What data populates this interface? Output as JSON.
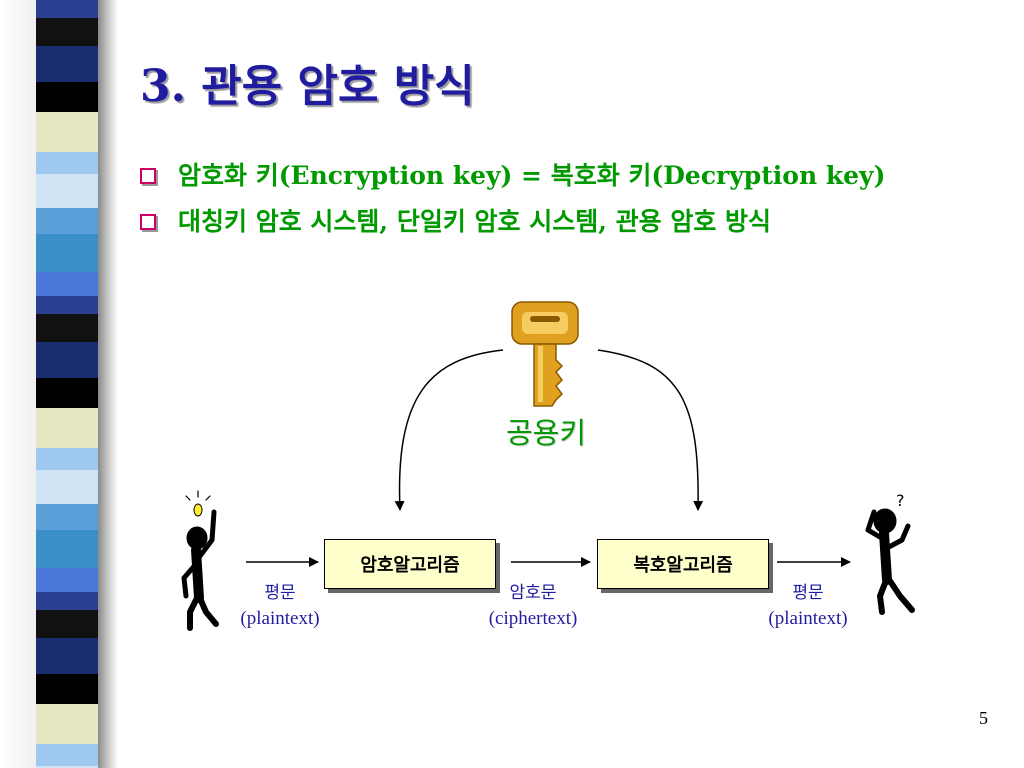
{
  "slide": {
    "title": "3. 관용 암호 방식",
    "bullets": [
      "암호화 키(Encryption key) = 복호화 키(Decryption key)",
      "대칭키 암호 시스템, 단일키 암호 시스템, 관용 암호 방식"
    ],
    "page_number": "5"
  },
  "diagram": {
    "key_label": "공용키",
    "encrypt_algorithm": "암호알고리즘",
    "decrypt_algorithm": "복호알고리즘",
    "plaintext_left": {
      "ko": "평문",
      "en": "(plaintext)"
    },
    "ciphertext": {
      "ko": "암호문",
      "en": "(ciphertext)"
    },
    "plaintext_right": {
      "ko": "평문",
      "en": "(plaintext)"
    },
    "question_mark": "?"
  },
  "colors": {
    "title": "#1f1ca0",
    "bullet_text": "#009900",
    "bullet_marker": "#cc0066",
    "box_fill": "#ffffcc",
    "key_gold": "#e0a020",
    "label_blue": "#1f1ca0"
  },
  "icons": [
    "lightbulb-icon",
    "key-icon",
    "question-mark-icon"
  ]
}
